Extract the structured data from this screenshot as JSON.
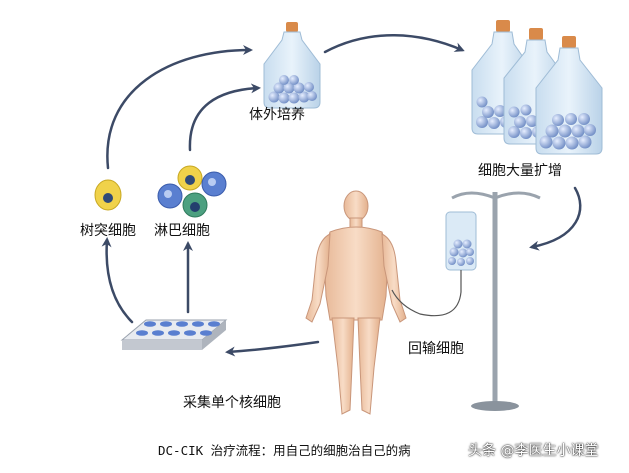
{
  "labels": {
    "in_vitro_culture": "体外培养",
    "cell_expansion": "细胞大量扩增",
    "dendritic_cells": "树突细胞",
    "lymphocytes": "淋巴细胞",
    "reinfusion": "回输细胞",
    "collect_cells": "采集单个核细胞"
  },
  "caption": "DC-CIK 治疗流程：用自己的细胞治自己的病",
  "watermark": "头条 @李医生小课堂",
  "colors": {
    "arrow": "#3c4a66",
    "flask": "#cfe3f3",
    "cap": "#d98a4a",
    "cell": "#7a96cc",
    "dc_yellow": "#f0d24a",
    "lymph_blue": "#5a7fd0",
    "lymph_green": "#4ca080",
    "body": "#f3cfb4"
  }
}
